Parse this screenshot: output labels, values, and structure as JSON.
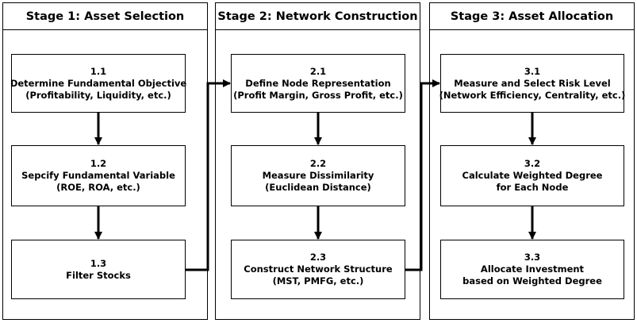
{
  "stages": [
    {
      "title": "Stage 1: Asset Selection",
      "steps": [
        {
          "id": "1.1",
          "lines": [
            "Determine Fundamental Objective",
            "(Profitability, Liquidity, etc.)"
          ]
        },
        {
          "id": "1.2",
          "lines": [
            "Sepcify Fundamental Variable",
            "(ROE, ROA, etc.)"
          ]
        },
        {
          "id": "1.3",
          "lines": [
            "Filter Stocks"
          ]
        }
      ]
    },
    {
      "title": "Stage 2: Network Construction",
      "steps": [
        {
          "id": "2.1",
          "lines": [
            "Define Node Representation",
            "(Profit Margin, Gross Profit, etc.)"
          ]
        },
        {
          "id": "2.2",
          "lines": [
            "Measure Dissimilarity",
            "(Euclidean Distance)"
          ]
        },
        {
          "id": "2.3",
          "lines": [
            "Construct Network Structure",
            "(MST, PMFG, etc.)"
          ]
        }
      ]
    },
    {
      "title": "Stage 3: Asset Allocation",
      "steps": [
        {
          "id": "3.1",
          "lines": [
            "Measure and Select Risk Level",
            "(Network Efficiency, Centrality, etc.)"
          ]
        },
        {
          "id": "3.2",
          "lines": [
            "Calculate Weighted Degree",
            "for Each Node"
          ]
        },
        {
          "id": "3.3",
          "lines": [
            "Allocate Investment",
            "based on Weighted Degree"
          ]
        }
      ]
    }
  ]
}
